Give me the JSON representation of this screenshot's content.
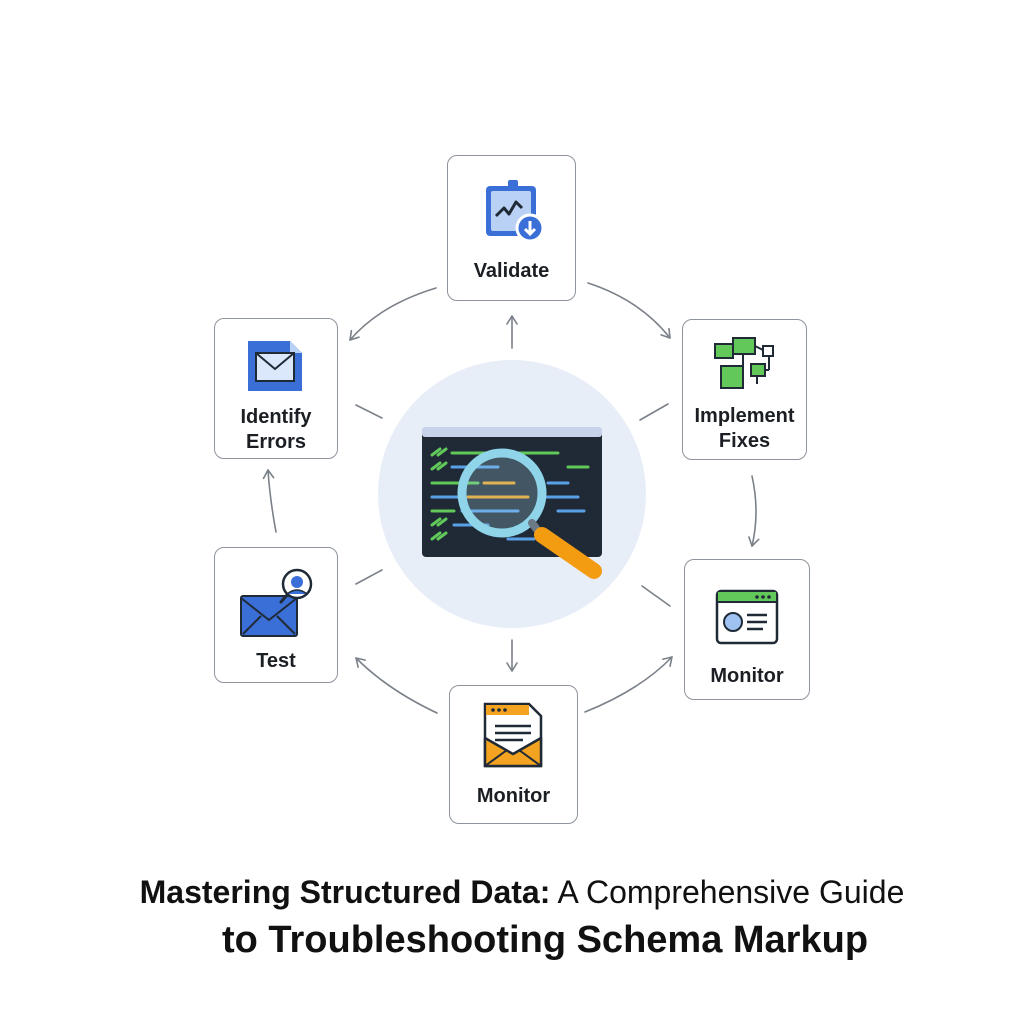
{
  "diagram": {
    "nodes": {
      "validate": {
        "label": "Validate",
        "icon": "clipboard-chart-icon"
      },
      "identify_errors": {
        "label": "Identify Errors",
        "icon": "email-document-icon"
      },
      "implement_fixes": {
        "label_line1": "Implement",
        "label_line2": "Fixes",
        "icon": "flowchart-blocks-icon"
      },
      "test": {
        "label": "Test",
        "icon": "envelope-search-icon"
      },
      "monitor_right": {
        "label": "Monitor",
        "icon": "browser-window-icon"
      },
      "monitor_bottom": {
        "label": "Monitor",
        "icon": "envelope-document-icon"
      }
    },
    "center_icon": "code-magnifier-icon"
  },
  "title": {
    "line1_bold": "Mastering Structured Data:",
    "line1_light": " A Comprehensive Guide",
    "line2": "to Troubleshooting Schema Markup"
  },
  "colors": {
    "node_border": "#8e949c",
    "center_disc": "#e8eef8",
    "icon_blue": "#3b6fd8",
    "icon_green": "#62c85a",
    "icon_orange": "#f3a320",
    "code_bg": "#1f2a36"
  }
}
